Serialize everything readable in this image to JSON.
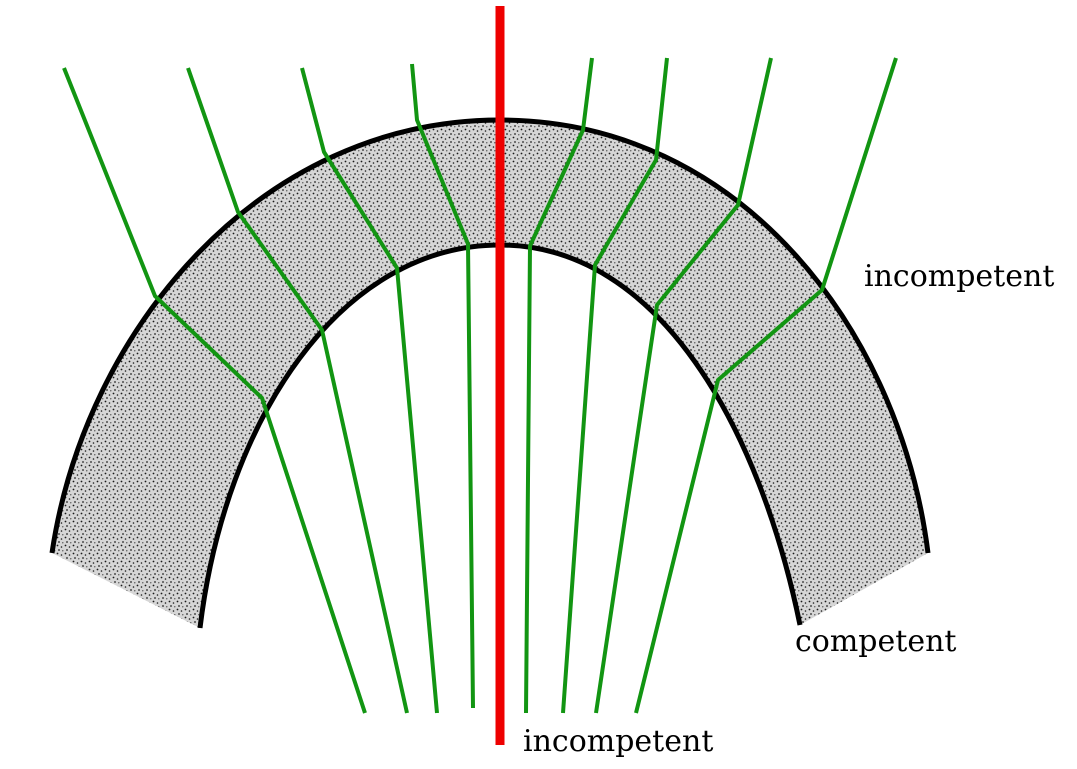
{
  "labels": {
    "incompetent_upper": "incompetent",
    "competent": "competent",
    "incompetent_lower": "incompetent"
  },
  "colors": {
    "cleavage_lines": "#129512",
    "axial_plane": "#ee0000",
    "layer_outline": "#000000",
    "layer_fill_base": "#d6d6d6",
    "layer_speckle": "#1a1a1a",
    "background": "#ffffff"
  },
  "elements": {
    "competent_layer": "folded competent layer (anticline)",
    "axial_plane": "axial plane trace",
    "cleavage": "refracted cleavage lines"
  }
}
